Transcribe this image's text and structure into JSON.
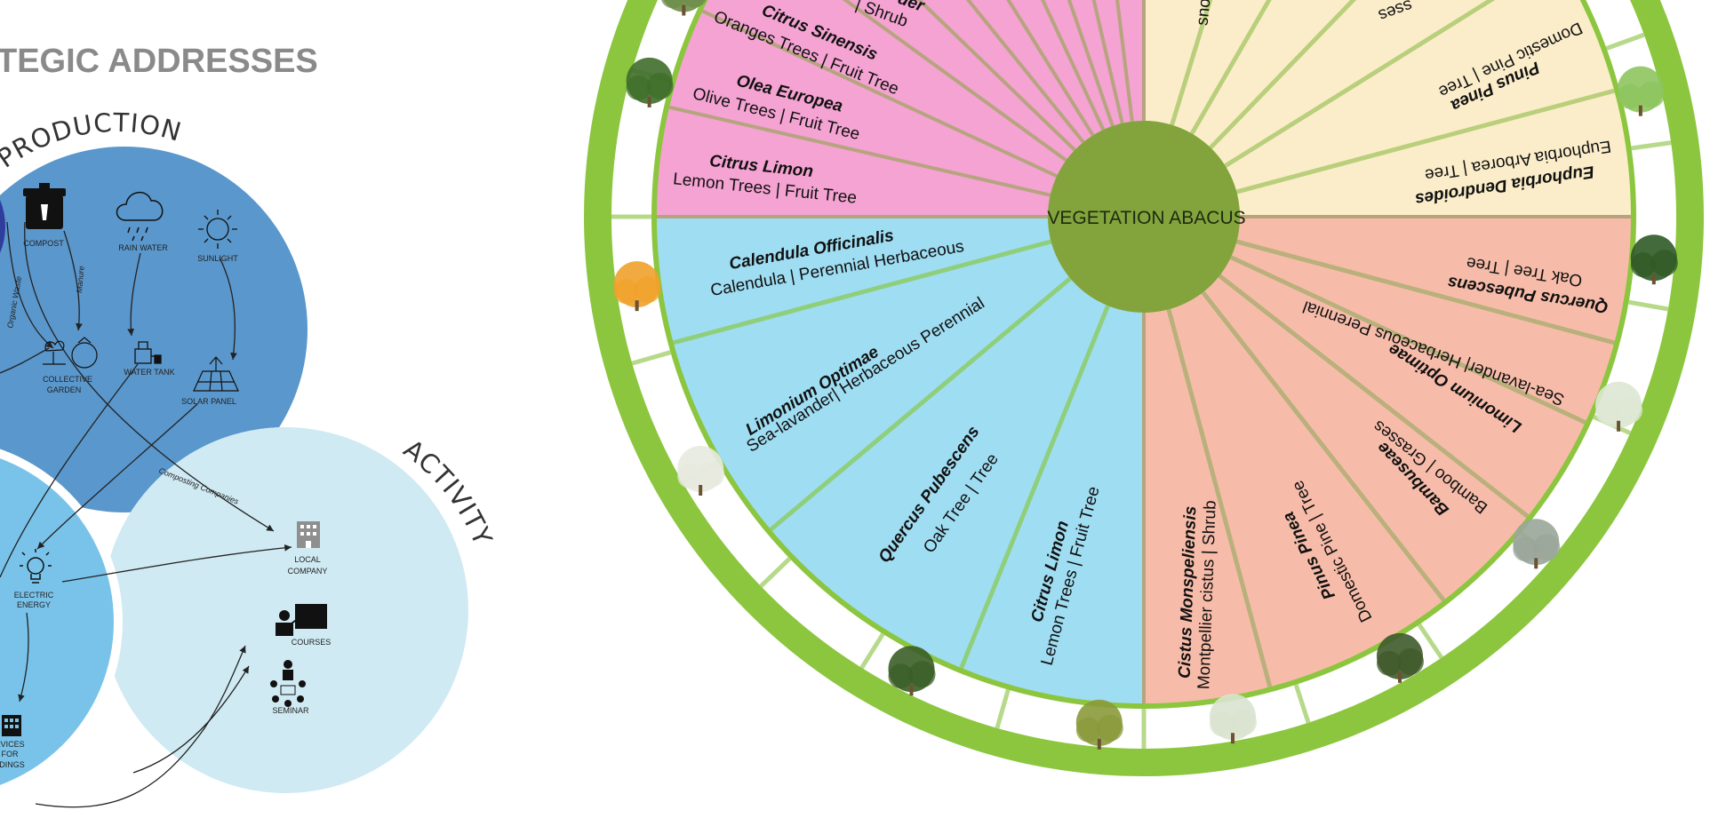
{
  "header": {
    "title": "TEGIC ADDRESSES"
  },
  "clusters": {
    "production": {
      "label": "PRODUCTION",
      "color": "#5a97cc"
    },
    "activity": {
      "label": "ACTIVITY",
      "color": "#cfeaf3"
    },
    "energy": {
      "color": "#79c3ea"
    },
    "hub": {
      "color": "#2f3d9c"
    }
  },
  "nodes": {
    "compost": "COMPOST",
    "rain_water": "RAIN WATER",
    "sunlight": "SUNLIGHT",
    "collective_garden_1": "COLLECTIVE",
    "collective_garden_2": "GARDEN",
    "water_tank": "WATER TANK",
    "solar_panel": "SOLAR PANEL",
    "local_company_1": "LOCAL",
    "local_company_2": "COMPANY",
    "electric_energy_1": "ELECTRIC",
    "electric_energy_2": "ENERGY",
    "courses": "COURSES",
    "seminar": "SEMINAR",
    "services_1": "RVICES",
    "services_2": "FOR",
    "services_3": "LDINGS"
  },
  "flows": {
    "organic_waste": "Organic Waste",
    "manure": "Manure",
    "composting_companies": "Composting Companies"
  },
  "abacus": {
    "center_label": "VEGETATION ABACUS",
    "colors": {
      "pink": "#f4a3d2",
      "cream": "#fbedc9",
      "salmon": "#f7bca9",
      "blue": "#9fddf2",
      "ring": "#8cc63f",
      "center": "#83a43c",
      "divider": "#b6a47f"
    },
    "pink_sector": [
      {
        "latin": "",
        "common": "der"
      },
      {
        "latin": "Citrus Sinensis",
        "common": "Oranges Trees | Fruit Tree"
      },
      {
        "latin": "Olea Europea",
        "common": "Olive Trees | Fruit Tree"
      },
      {
        "latin": "Citrus Limon",
        "common": "Lemon Trees | Fruit Tree"
      }
    ],
    "pink_partial": "| Shrub",
    "cream_sector": [
      {
        "latin": "Pinus Pinea",
        "common": "Domestic Pine | Tree"
      },
      {
        "latin": "Euphorbia Dendroides",
        "common": "Euphorbia Arborea | Tree"
      }
    ],
    "cream_partial_1": "sses",
    "cream_partial_2": "sno",
    "blue_sector": [
      {
        "latin": "Calendula Officinalis",
        "common": "Calendula | Perennial Herbaceous"
      },
      {
        "latin": "Limonium Optimae",
        "common": "Sea-lavander| Herbaceous Perennial"
      },
      {
        "latin": "Quercus Pubescens",
        "common": "Oak Tree | Tree"
      },
      {
        "latin": "Citrus Limon",
        "common": "Lemon Trees | Fruit Tree"
      }
    ],
    "salmon_sector": [
      {
        "latin": "Quercus Pubescens",
        "common": "Oak Tree  | Tree"
      },
      {
        "latin": "Limonium Optimae",
        "common": "Sea-lavander| Herbaceous Perennial"
      },
      {
        "latin": "Bambuseae",
        "common": "Bamboo | Grasses"
      },
      {
        "latin": "Pinus Pinea",
        "common": "Domestic Pine | Tree"
      },
      {
        "latin": "Cistus Monspeliensis",
        "common": "Montpellier cistus | Shrub"
      }
    ]
  }
}
